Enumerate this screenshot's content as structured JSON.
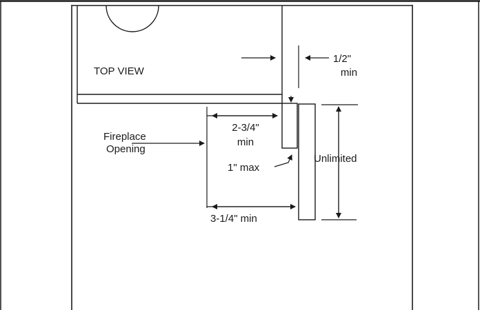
{
  "diagram": {
    "labels": {
      "top_view": "TOP VIEW",
      "half_inch_value": "1/2\"",
      "half_inch_unit": "min",
      "fireplace_line1": "Fireplace",
      "fireplace_line2": "Opening",
      "two_three_quarter_value": "2-3/4\"",
      "two_three_quarter_unit": "min",
      "one_inch_max": "1\" max",
      "unlimited": "Unlimited",
      "three_quarter_min": "3-1/4\" min"
    },
    "colors": {
      "line": "#1a1a1a",
      "background": "#ffffff"
    }
  }
}
